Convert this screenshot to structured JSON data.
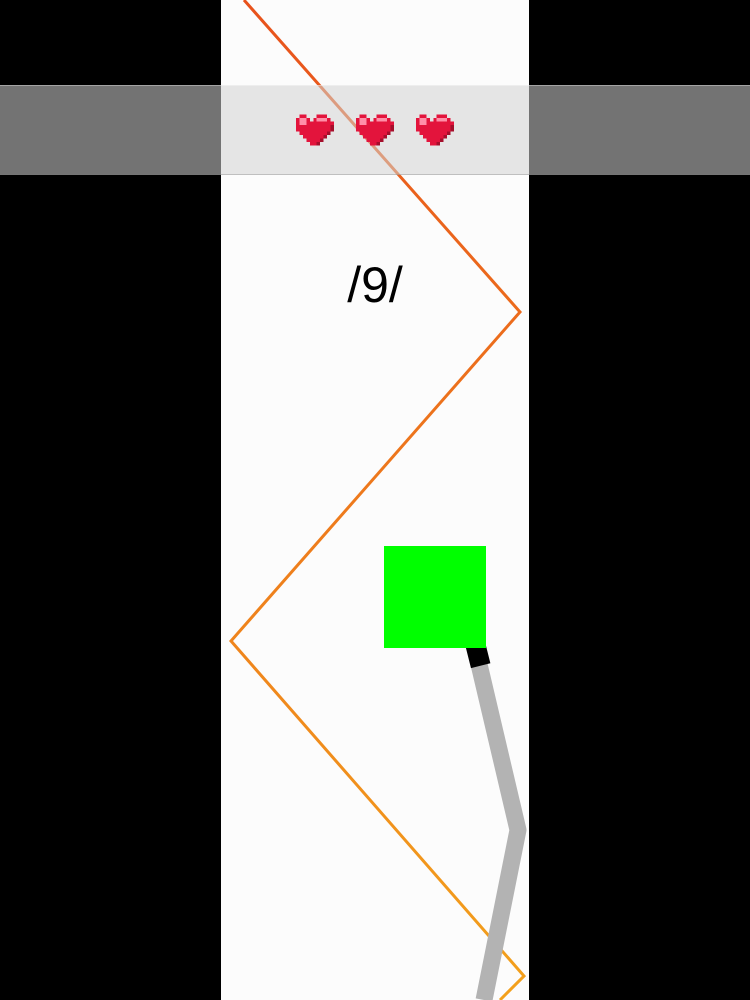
{
  "game": {
    "score_text": "/9/",
    "lives": 3,
    "lives_max": 3
  },
  "colors": {
    "background": "#000000",
    "playfield": "#fcfcfc",
    "hud_bar": "#d2d2d2",
    "zigzag_top": "#e8581a",
    "zigzag_bottom": "#f39a1c",
    "player_block": "#00ff00",
    "arm": "#b3b3b3",
    "arm_joint": "#000000",
    "heart": "#e3143c"
  },
  "icons": {
    "life": "pixel-heart-icon",
    "player": "green-square-block",
    "arm": "grey-robot-arm"
  }
}
